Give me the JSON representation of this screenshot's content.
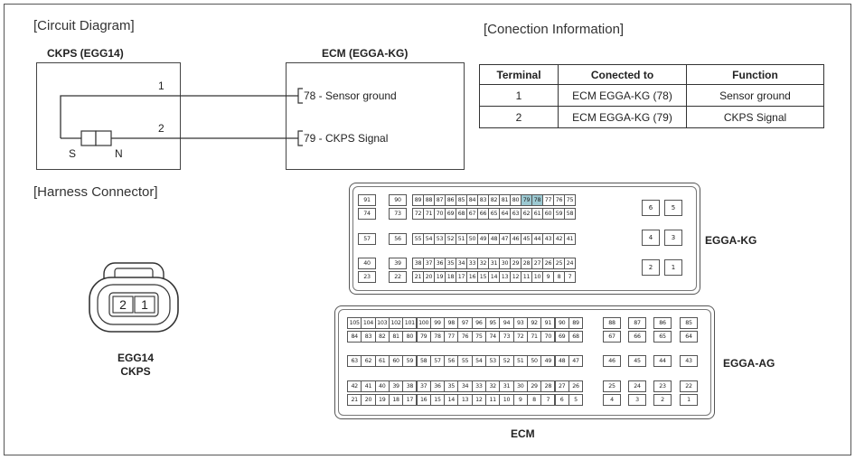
{
  "sections": {
    "circuit": "[Circuit Diagram]",
    "connection": "[Conection Information]",
    "harness": "[Harness Connector]"
  },
  "circuit": {
    "sensor_title": "CKPS (EGG14)",
    "ecm_title": "ECM (EGGA-KG)",
    "wire1_num": "1",
    "wire2_num": "2",
    "ecm_pin1": "78 - Sensor ground",
    "ecm_pin2": "79 - CKPS Signal",
    "pole_s": "S",
    "pole_n": "N"
  },
  "connection_table": {
    "headers": [
      "Terminal",
      "Conected to",
      "Function"
    ],
    "rows": [
      [
        "1",
        "ECM EGGA-KG (78)",
        "Sensor ground"
      ],
      [
        "2",
        "ECM EGGA-KG (79)",
        "CKPS Signal"
      ]
    ]
  },
  "harness": {
    "pins": [
      "2",
      "1"
    ],
    "name_line1": "EGG14",
    "name_line2": "CKPS"
  },
  "ecm": {
    "kg_label": "EGGA-KG",
    "ag_label": "EGGA-AG",
    "ecm_label": "ECM",
    "highlight_color": "#9cc9d2",
    "kg_highlighted": [
      "79",
      "78"
    ],
    "kg_rows": [
      [
        "91",
        "90",
        "89",
        "88",
        "87",
        "86",
        "85",
        "84",
        "83",
        "82",
        "81",
        "80",
        "79",
        "78",
        "77",
        "76",
        "75"
      ],
      [
        "74",
        "73",
        "72",
        "71",
        "70",
        "69",
        "68",
        "67",
        "66",
        "65",
        "64",
        "63",
        "62",
        "61",
        "60",
        "59",
        "58"
      ],
      [
        "57",
        "56",
        "55",
        "54",
        "53",
        "52",
        "51",
        "50",
        "49",
        "48",
        "47",
        "46",
        "45",
        "44",
        "43",
        "42",
        "41"
      ],
      [
        "40",
        "39",
        "38",
        "37",
        "36",
        "35",
        "34",
        "33",
        "32",
        "31",
        "30",
        "29",
        "28",
        "27",
        "26",
        "25",
        "24"
      ],
      [
        "23",
        "22",
        "21",
        "20",
        "19",
        "18",
        "17",
        "16",
        "15",
        "14",
        "13",
        "12",
        "11",
        "10",
        "9",
        "8",
        "7"
      ]
    ],
    "kg_side": [
      [
        "6",
        "5"
      ],
      [
        "4",
        "3"
      ],
      [
        "2",
        "1"
      ]
    ],
    "ag_rows": [
      [
        "105",
        "104",
        "103",
        "102",
        "101",
        "100",
        "99",
        "98",
        "97",
        "96",
        "95",
        "94",
        "93",
        "92",
        "91",
        "90",
        "89"
      ],
      [
        "84",
        "83",
        "82",
        "81",
        "80",
        "79",
        "78",
        "77",
        "76",
        "75",
        "74",
        "73",
        "72",
        "71",
        "70",
        "69",
        "68"
      ],
      [
        "63",
        "62",
        "61",
        "60",
        "59",
        "58",
        "57",
        "56",
        "55",
        "54",
        "53",
        "52",
        "51",
        "50",
        "49",
        "48",
        "47"
      ],
      [
        "42",
        "41",
        "40",
        "39",
        "38",
        "37",
        "36",
        "35",
        "34",
        "33",
        "32",
        "31",
        "30",
        "29",
        "28",
        "27",
        "26"
      ],
      [
        "21",
        "20",
        "19",
        "18",
        "17",
        "16",
        "15",
        "14",
        "13",
        "12",
        "11",
        "10",
        "9",
        "8",
        "7",
        "6",
        "5"
      ]
    ],
    "ag_side": [
      [
        "88",
        "87",
        "86",
        "85"
      ],
      [
        "67",
        "66",
        "65",
        "64"
      ],
      [
        "46",
        "45",
        "44",
        "43"
      ],
      [
        "25",
        "24",
        "23",
        "22"
      ],
      [
        "4",
        "3",
        "2",
        "1"
      ]
    ]
  }
}
